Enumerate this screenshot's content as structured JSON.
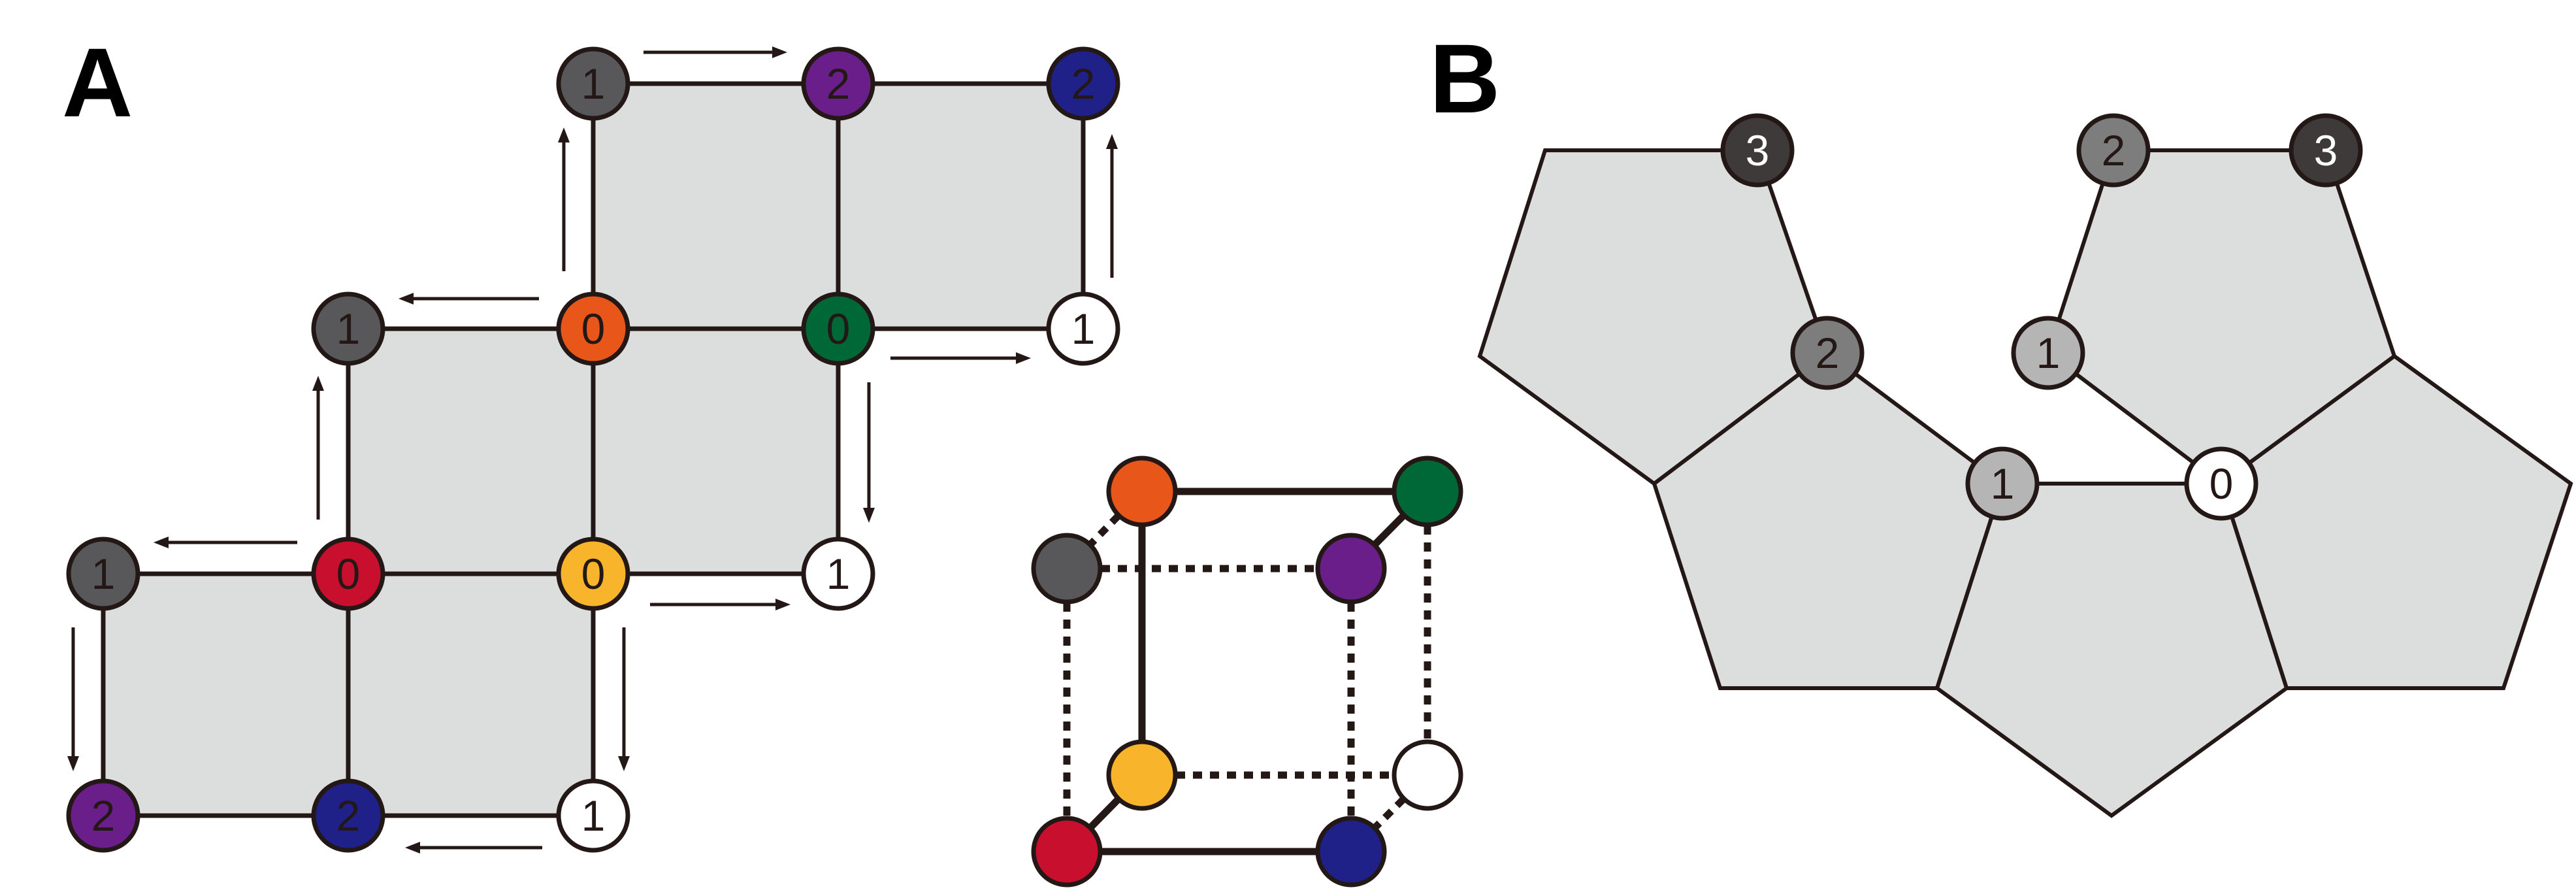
{
  "panel_labels": {
    "a": "A",
    "b": "B"
  },
  "colors": {
    "face": "#dcdddd",
    "line": "#231815",
    "dark_gray": "#58585a",
    "purple": "#6a1e8a",
    "navy": "#1f2188",
    "orange": "#e8561a",
    "green": "#006837",
    "red": "#c8102e",
    "yellow": "#f8b52c",
    "white": "#ffffff",
    "pent_dark": "#3e3a39",
    "pent_mid": "#7d7d7d",
    "pent_light": "#b5b5b6"
  },
  "panel_a": {
    "nodes": [
      {
        "id": "a-1-top-left",
        "label": "1",
        "color": "dark_gray",
        "text_color": "#231815"
      },
      {
        "id": "a-2-top-purple",
        "label": "2",
        "color": "purple",
        "text_color": "#231815"
      },
      {
        "id": "a-2-top-navy",
        "label": "2",
        "color": "navy",
        "text_color": "#231815"
      },
      {
        "id": "a-1-mid-left",
        "label": "1",
        "color": "dark_gray",
        "text_color": "#231815"
      },
      {
        "id": "a-0-orange",
        "label": "0",
        "color": "orange",
        "text_color": "#231815"
      },
      {
        "id": "a-0-green",
        "label": "0",
        "color": "green",
        "text_color": "#231815"
      },
      {
        "id": "a-1-white-right",
        "label": "1",
        "color": "white",
        "text_color": "#231815"
      },
      {
        "id": "a-1-bottom-left",
        "label": "1",
        "color": "dark_gray",
        "text_color": "#231815"
      },
      {
        "id": "a-0-red",
        "label": "0",
        "color": "red",
        "text_color": "#231815"
      },
      {
        "id": "a-0-yellow",
        "label": "0",
        "color": "yellow",
        "text_color": "#231815"
      },
      {
        "id": "a-1-white-mid",
        "label": "1",
        "color": "white",
        "text_color": "#231815"
      },
      {
        "id": "a-2-bottom-purple",
        "label": "2",
        "color": "purple",
        "text_color": "#231815"
      },
      {
        "id": "a-2-bottom-navy",
        "label": "2",
        "color": "navy",
        "text_color": "#231815"
      },
      {
        "id": "a-1-white-bottom",
        "label": "1",
        "color": "white",
        "text_color": "#231815"
      }
    ],
    "cube_nodes": [
      {
        "id": "cube-orange",
        "color": "orange"
      },
      {
        "id": "cube-green",
        "color": "green"
      },
      {
        "id": "cube-gray",
        "color": "dark_gray"
      },
      {
        "id": "cube-purple",
        "color": "purple"
      },
      {
        "id": "cube-yellow",
        "color": "yellow"
      },
      {
        "id": "cube-white",
        "color": "white"
      },
      {
        "id": "cube-red",
        "color": "red"
      },
      {
        "id": "cube-navy",
        "color": "navy"
      }
    ]
  },
  "panel_b": {
    "nodes": [
      {
        "id": "b-3-left",
        "label": "3",
        "color": "pent_dark",
        "text_color": "#ffffff"
      },
      {
        "id": "b-2-upper-right",
        "label": "2",
        "color": "pent_mid",
        "text_color": "#231815"
      },
      {
        "id": "b-3-right",
        "label": "3",
        "color": "pent_dark",
        "text_color": "#ffffff"
      },
      {
        "id": "b-2-middle-left",
        "label": "2",
        "color": "pent_mid",
        "text_color": "#231815"
      },
      {
        "id": "b-1-upper",
        "label": "1",
        "color": "pent_light",
        "text_color": "#231815"
      },
      {
        "id": "b-1-center",
        "label": "1",
        "color": "pent_light",
        "text_color": "#231815"
      },
      {
        "id": "b-0-center",
        "label": "0",
        "color": "white",
        "text_color": "#231815"
      }
    ]
  }
}
